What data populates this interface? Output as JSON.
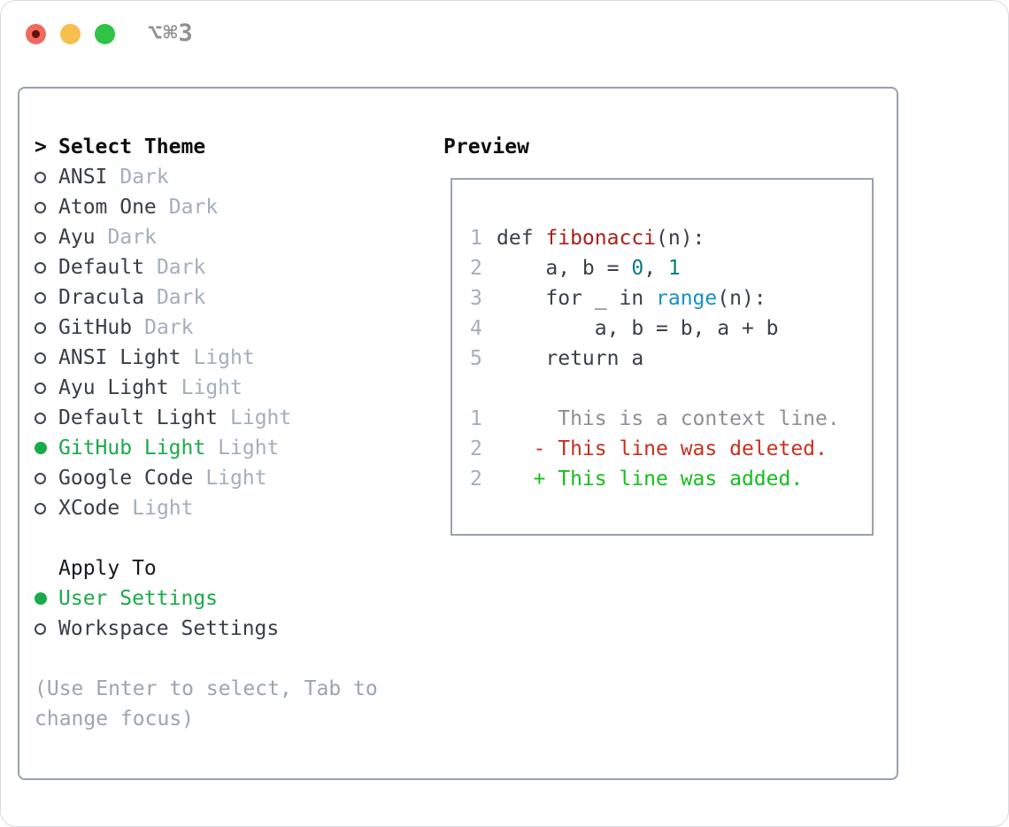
{
  "titlebar": {
    "title": "⌥⌘3"
  },
  "theme_menu": {
    "prompt": ">",
    "header": "Select Theme",
    "items": [
      {
        "label": "ANSI",
        "variant": "Dark",
        "selected": false
      },
      {
        "label": "Atom One",
        "variant": "Dark",
        "selected": false
      },
      {
        "label": "Ayu",
        "variant": "Dark",
        "selected": false
      },
      {
        "label": "Default",
        "variant": "Dark",
        "selected": false
      },
      {
        "label": "Dracula",
        "variant": "Dark",
        "selected": false
      },
      {
        "label": "GitHub",
        "variant": "Dark",
        "selected": false
      },
      {
        "label": "ANSI Light",
        "variant": "Light",
        "selected": false
      },
      {
        "label": "Ayu Light",
        "variant": "Light",
        "selected": false
      },
      {
        "label": "Default Light",
        "variant": "Light",
        "selected": false
      },
      {
        "label": "GitHub Light",
        "variant": "Light",
        "selected": true
      },
      {
        "label": "Google Code",
        "variant": "Light",
        "selected": false
      },
      {
        "label": "XCode",
        "variant": "Light",
        "selected": false
      }
    ]
  },
  "apply_menu": {
    "header": "Apply To",
    "items": [
      {
        "label": "User Settings",
        "selected": true
      },
      {
        "label": "Workspace Settings",
        "selected": false
      }
    ]
  },
  "hint": "(Use Enter to select, Tab to change focus)",
  "preview": {
    "header": "Preview",
    "code": [
      {
        "ln": "1",
        "s0": "def ",
        "fn": "fibonacci",
        "s1": "(n):"
      },
      {
        "ln": "2",
        "s0": "    a, b = ",
        "num1": "0",
        "sep": ", ",
        "num2": "1"
      },
      {
        "ln": "3",
        "s0": "    for _ in ",
        "builtin": "range",
        "s1": "(n):"
      },
      {
        "ln": "4",
        "s0": "        a, b = b, a + b"
      },
      {
        "ln": "5",
        "s0": "    return a"
      }
    ],
    "diff": [
      {
        "ln": "1",
        "kind": "context",
        "text": "     This is a context line."
      },
      {
        "ln": "2",
        "kind": "deleted",
        "text": "   - This line was deleted."
      },
      {
        "ln": "2",
        "kind": "added",
        "text": "   + This line was added."
      }
    ]
  },
  "colors": {
    "accent_green": "#19ab49",
    "added_green": "#13bf1d",
    "deleted_red": "#cb2e1d",
    "function_red": "#a8211a",
    "number_teal": "#0e7b7d",
    "builtin_blue": "#1691c8",
    "muted_gray": "#a4aebb",
    "border_gray": "#99a1ab"
  }
}
